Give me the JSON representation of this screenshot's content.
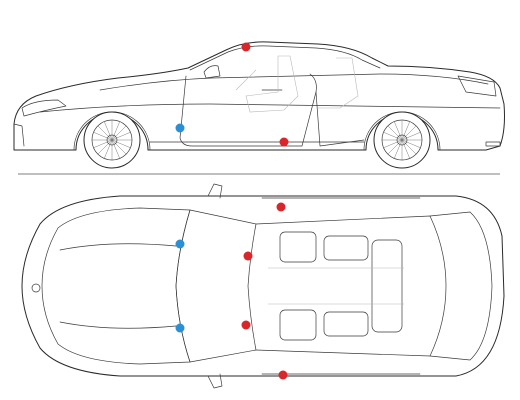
{
  "colors": {
    "line": "#2a2a2a",
    "marker_red": "#d9262b",
    "marker_blue": "#2b8fd6",
    "background": "#ffffff"
  },
  "views": [
    {
      "name": "side-view"
    },
    {
      "name": "top-view"
    }
  ],
  "markers": [
    {
      "id": "side-a-pillar-top",
      "color": "red"
    },
    {
      "id": "side-front-door",
      "color": "blue"
    },
    {
      "id": "side-b-pillar-bottom",
      "color": "red"
    },
    {
      "id": "top-left-sill",
      "color": "red"
    },
    {
      "id": "top-left-windshield",
      "color": "blue"
    },
    {
      "id": "top-left-a-pillar",
      "color": "red"
    },
    {
      "id": "top-right-windshield",
      "color": "blue"
    },
    {
      "id": "top-right-a-pillar",
      "color": "red"
    },
    {
      "id": "top-right-sill",
      "color": "red"
    }
  ]
}
